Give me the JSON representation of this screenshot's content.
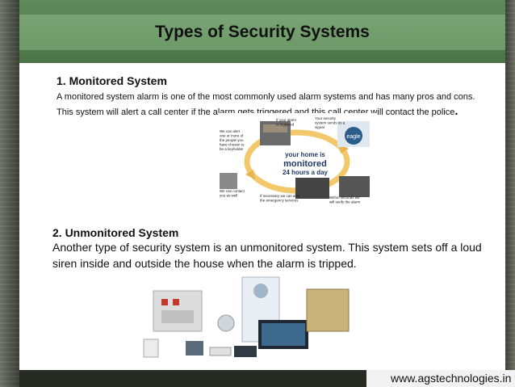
{
  "slide": {
    "title": "Types of Security Systems",
    "section1": {
      "heading": "1. Monitored System",
      "body": "A monitored system alarm is one of the most commonly used alarm systems and has many pros and cons. This system will alert a call center if the alarm gets triggered and this call center will contact the police",
      "period": "."
    },
    "diagram": {
      "center_line1": "your home is",
      "center_line2": "monitored",
      "center_line3": "24 hours a day",
      "logo": "eagle",
      "caption_top_left": [
        "If your alarm",
        "is triggered"
      ],
      "caption_top_right": [
        "Your security",
        "system sends us a",
        "signal"
      ],
      "caption_left": [
        "We can alert",
        "one or more of",
        "the people you",
        "have chosen to",
        "be a keyholder"
      ],
      "caption_bottom_left": [
        "We can contact",
        "you as well"
      ],
      "caption_bottom_mid": [
        "If necessary we can alert",
        "the emergency services"
      ],
      "caption_bottom_right": [
        "Within seconds we",
        "will verify the alarm"
      ]
    },
    "section2": {
      "heading": "2. Unmonitored System",
      "body": "Another type of security system is an unmonitored system. This system sets off a loud siren inside and outside the house when the alarm is tripped."
    },
    "footer": {
      "url": "www.agstechnologies.in"
    }
  },
  "colors": {
    "title_bar": "#4a7448",
    "title_box": "#6d9a69",
    "background": "#3a3d34",
    "footer_bar": "#262a22",
    "diagram_ring": "#f2c86a"
  }
}
